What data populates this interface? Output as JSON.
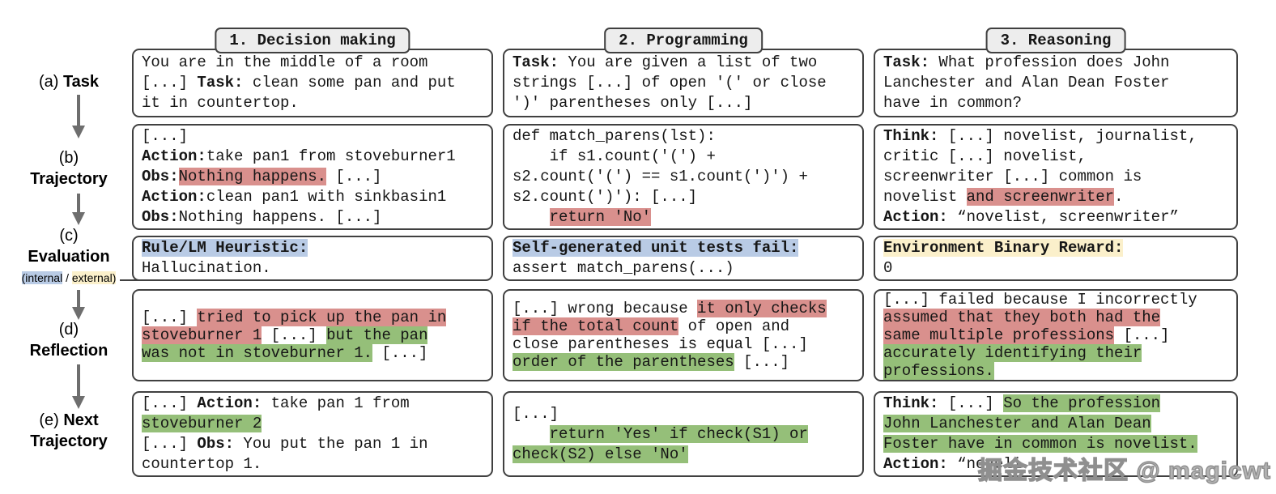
{
  "colors": {
    "highlight_red": "#d9908d",
    "highlight_green": "#95bf79",
    "highlight_blue": "#b9cbe5",
    "highlight_yellow": "#fbf0cb",
    "box_border": "#404040",
    "tab_fill": "#ededed",
    "arrow_gray": "#6e6e6e"
  },
  "rail": {
    "a": [
      {
        "t": "(a) "
      },
      {
        "t": "Task",
        "b": true
      }
    ],
    "b": [
      {
        "t": "(b)\n"
      },
      {
        "t": "Trajectory",
        "b": true
      }
    ],
    "c": [
      {
        "t": "(c)\n"
      },
      {
        "t": "Evaluation",
        "b": true
      }
    ],
    "c_scope": [
      {
        "t": "(internal",
        "h": "blue"
      },
      {
        "t": " / "
      },
      {
        "t": "external)",
        "h": "yellow"
      }
    ],
    "d": [
      {
        "t": "(d)\n"
      },
      {
        "t": "Reflection",
        "b": true
      }
    ],
    "e": [
      {
        "t": "(e) "
      },
      {
        "t": "Next",
        "b": true
      },
      {
        "t": "\n"
      },
      {
        "t": "Trajectory",
        "b": true
      }
    ]
  },
  "columns": [
    {
      "tab": "1. Decision making",
      "task": [
        {
          "t": "You are in the middle of a room\n[...] "
        },
        {
          "t": "Task:",
          "b": true
        },
        {
          "t": " clean some pan and put\nit in countertop."
        }
      ],
      "trajectory": [
        {
          "t": "[...]\n"
        },
        {
          "t": "Action:",
          "b": true
        },
        {
          "t": "take pan1 from stoveburner1\n"
        },
        {
          "t": "Obs:",
          "b": true
        },
        {
          "t": "Nothing happens.",
          "h": "red"
        },
        {
          "t": " [...]\n"
        },
        {
          "t": "Action:",
          "b": true
        },
        {
          "t": "clean pan1 with sinkbasin1\n"
        },
        {
          "t": "Obs:",
          "b": true
        },
        {
          "t": "Nothing happens. [...]"
        }
      ],
      "evaluation": [
        {
          "t": "Rule/LM Heuristic:",
          "b": true,
          "h": "blue"
        },
        {
          "t": "\nHallucination."
        }
      ],
      "reflection": [
        {
          "t": "[...] "
        },
        {
          "t": "tried to pick up the pan in\nstoveburner 1",
          "h": "red"
        },
        {
          "t": " [...] "
        },
        {
          "t": "but the pan\nwas not in stoveburner 1.",
          "h": "green"
        },
        {
          "t": " [...]"
        }
      ],
      "next_trajectory": [
        {
          "t": "[...] "
        },
        {
          "t": "Action:",
          "b": true
        },
        {
          "t": " take pan 1 from\n"
        },
        {
          "t": "stoveburner 2",
          "h": "green"
        },
        {
          "t": "\n[...] "
        },
        {
          "t": "Obs:",
          "b": true
        },
        {
          "t": " You put the pan 1 in\ncountertop 1."
        }
      ]
    },
    {
      "tab": "2. Programming",
      "task": [
        {
          "t": "Task:",
          "b": true
        },
        {
          "t": " You are given a list of two\nstrings [...] of open '(' or close\n')' parentheses only [...]"
        }
      ],
      "trajectory": [
        {
          "t": "def match_parens(lst):\n    if s1.count('(') +\ns2.count('(') == s1.count(')') +\ns2.count(')'): [...]\n    "
        },
        {
          "t": "return 'No'",
          "h": "red"
        }
      ],
      "evaluation": [
        {
          "t": "Self-generated unit tests fail:",
          "b": true,
          "h": "blue"
        },
        {
          "t": "\nassert match_parens(...)"
        }
      ],
      "reflection": [
        {
          "t": "[...] wrong because "
        },
        {
          "t": "it only checks\nif the total count",
          "h": "red"
        },
        {
          "t": " of open and\nclose parentheses is equal [...]\n"
        },
        {
          "t": "order of the parentheses",
          "h": "green"
        },
        {
          "t": " [...]"
        }
      ],
      "next_trajectory": [
        {
          "t": "[...]\n    "
        },
        {
          "t": "return 'Yes' if check(S1) or\ncheck(S2) else 'No'",
          "h": "green"
        }
      ]
    },
    {
      "tab": "3. Reasoning",
      "task": [
        {
          "t": "Task:",
          "b": true
        },
        {
          "t": " What profession does John\nLanchester and Alan Dean Foster\nhave in common?"
        }
      ],
      "trajectory": [
        {
          "t": "Think:",
          "b": true
        },
        {
          "t": " [...] novelist, journalist,\ncritic [...] novelist,\nscreenwriter [...] common is\nnovelist "
        },
        {
          "t": "and screenwriter",
          "h": "red"
        },
        {
          "t": ".\n"
        },
        {
          "t": "Action:",
          "b": true
        },
        {
          "t": " “novelist, screenwriter”"
        }
      ],
      "evaluation": [
        {
          "t": "Environment Binary Reward:",
          "b": true,
          "h": "yellow"
        },
        {
          "t": "\n0"
        }
      ],
      "reflection": [
        {
          "t": "[...] failed because I incorrectly\n"
        },
        {
          "t": "assumed that they both had the\nsame multiple professions",
          "h": "red"
        },
        {
          "t": " [...]\n"
        },
        {
          "t": "accurately identifying their\nprofessions.",
          "h": "green"
        }
      ],
      "next_trajectory": [
        {
          "t": "Think:",
          "b": true
        },
        {
          "t": " [...] "
        },
        {
          "t": "So the profession\nJohn Lanchester and Alan Dean\nFoster have in common is novelist.",
          "h": "green"
        },
        {
          "t": "\n"
        },
        {
          "t": "Action:",
          "b": true
        },
        {
          "t": " “noveli"
        }
      ]
    }
  ],
  "watermark": "掘金技术社区 @ magicwt"
}
